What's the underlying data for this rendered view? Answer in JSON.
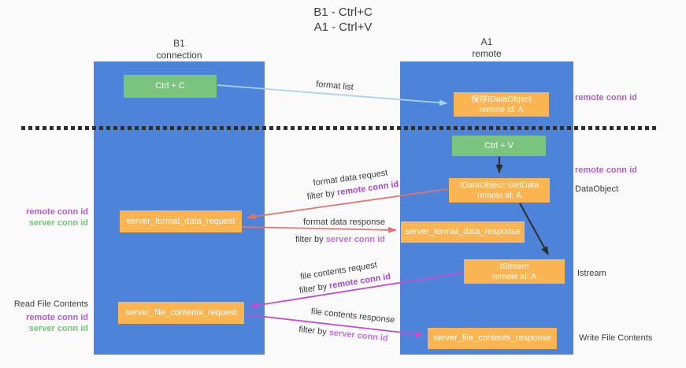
{
  "title": {
    "line1": "B1 - Ctrl+C",
    "line2": "A1 - Ctrl+V"
  },
  "columns": {
    "left": {
      "name": "B1",
      "role": "connection"
    },
    "right": {
      "name": "A1",
      "role": "remote"
    }
  },
  "boxes": {
    "ctrl_c": {
      "label": "Ctrl + C"
    },
    "ctrl_v": {
      "label": "Ctrl + V"
    },
    "save_idataobject": {
      "line1": "保存IDataObject",
      "line2": "remote id: A"
    },
    "idataobject_getdata": {
      "line1": "IDataObject::GetData",
      "line2": "remote id: A"
    },
    "istream": {
      "line1": "IStream",
      "line2": "remote id: A"
    },
    "server_format_data_request": {
      "label": "server_format_data_request"
    },
    "server_format_data_response": {
      "label": "server_format_data_response"
    },
    "server_file_contents_request": {
      "label": "server_file_contents_request"
    },
    "server_file_contents_response": {
      "label": "server_file_contents_response"
    }
  },
  "flow_labels": {
    "format_list": "format list",
    "format_data_request": "format data request",
    "format_data_response": "format data response",
    "file_contents_request": "file contents request",
    "file_contents_response": "file contents response",
    "filter_by": "filter by ",
    "remote_conn_id": "remote conn id",
    "server_conn_id": "server conn id"
  },
  "side_labels": {
    "remote_conn_id": "remote conn id",
    "server_conn_id": "server conn id",
    "dataobject": "DataObject",
    "istream": "Istream",
    "read_file_contents": "Read File Contents",
    "write_file_contents": "Write File Contents"
  },
  "colors": {
    "column_blue": "#4d84da",
    "box_orange": "#fbb452",
    "box_green": "#7bc47d",
    "arrow_light_blue": "#a8d2f0",
    "arrow_red": "#e5736b",
    "arrow_magenta": "#c44ec6",
    "arrow_black": "#2d2d2d",
    "divider_dash": "#2f2f2f",
    "label_purple": "#b05fc9",
    "label_purple_light": "#c370d6",
    "label_green": "#74c476",
    "text_dark": "#3d3d3d"
  }
}
